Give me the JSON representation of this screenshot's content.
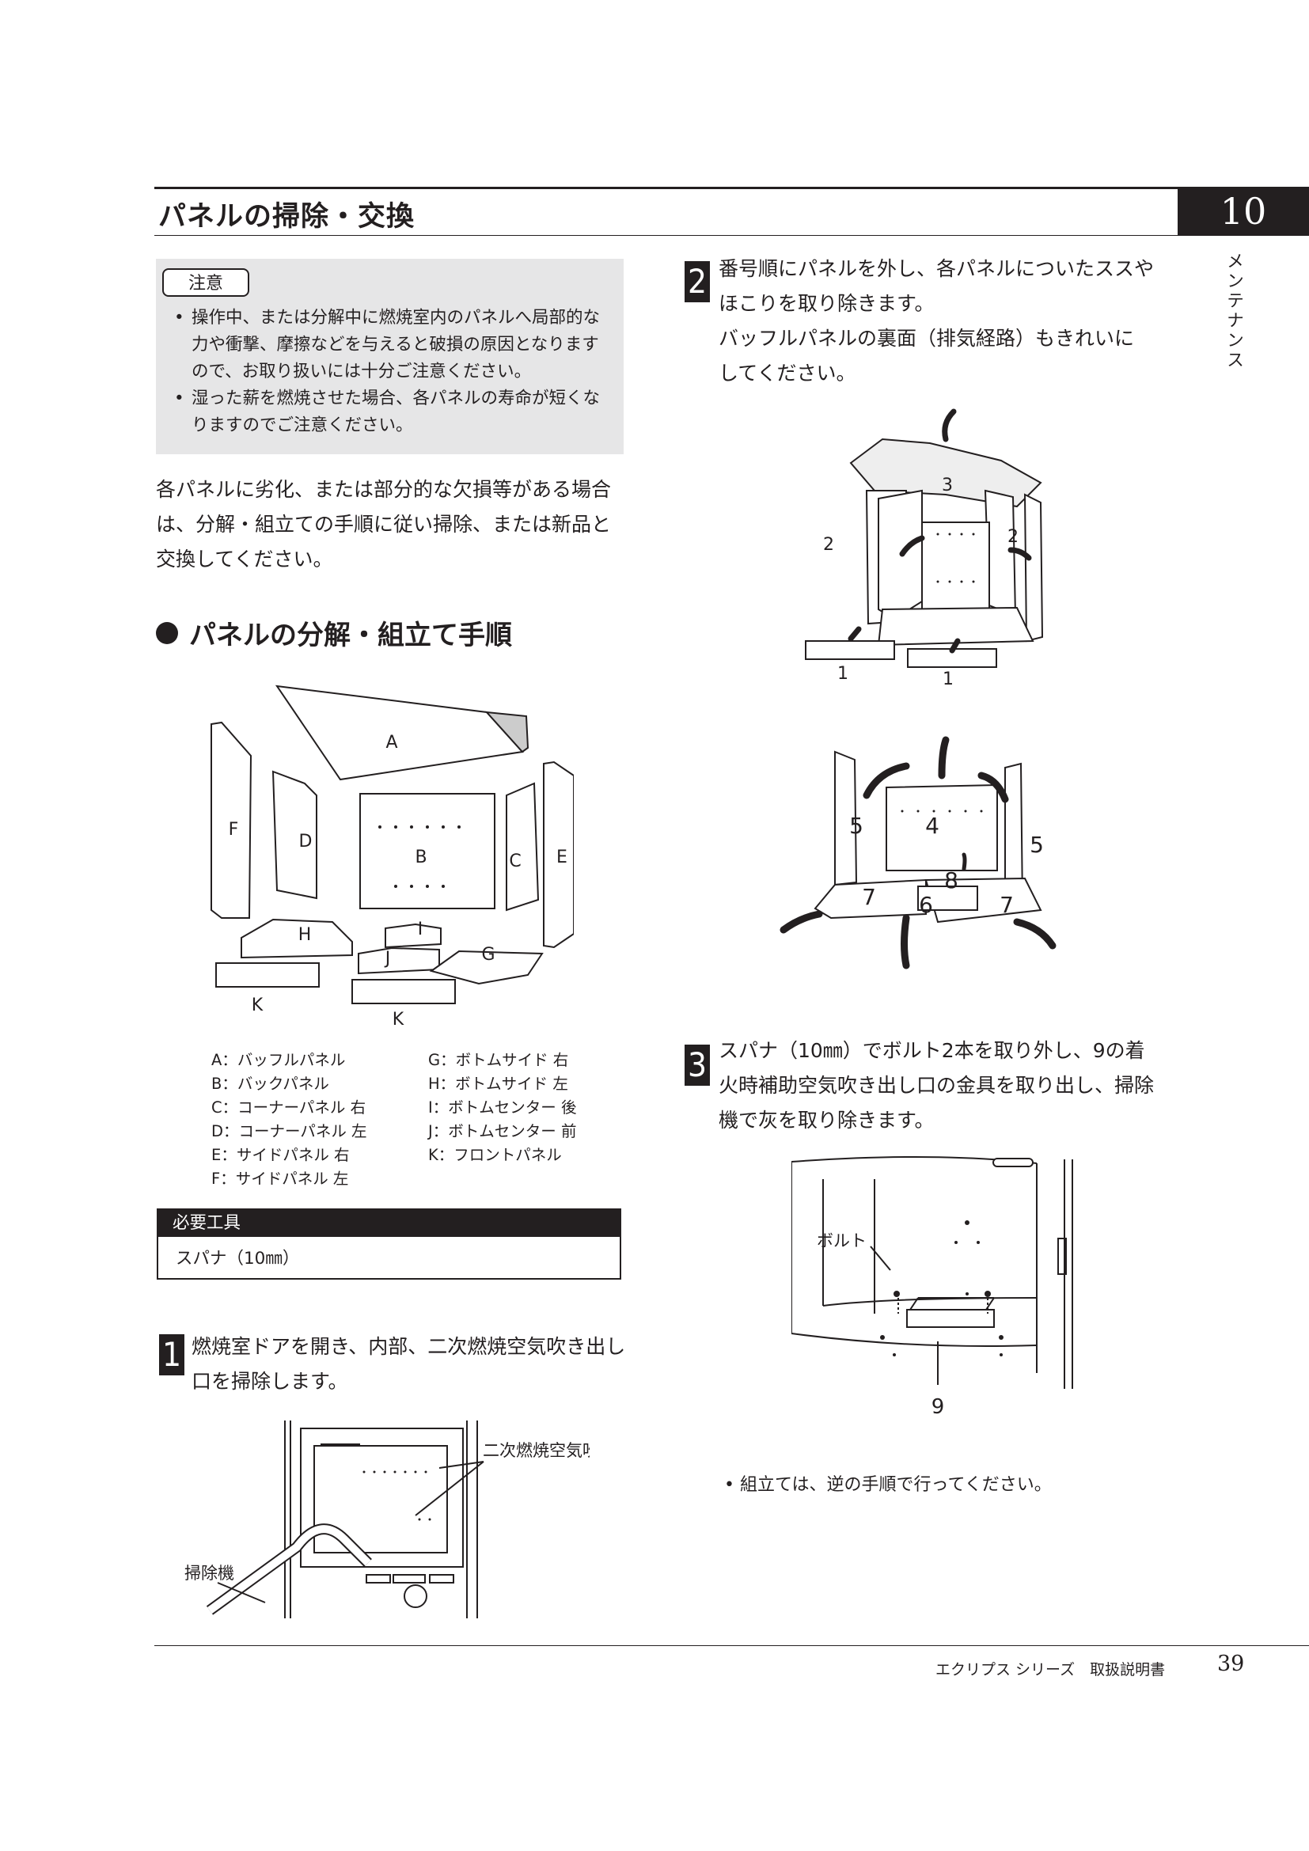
{
  "header": {
    "section_title": "パネルの掃除・交換",
    "chapter_number": "10",
    "side_tab": "メンテナンス"
  },
  "caution": {
    "label": "注意",
    "items": [
      "操作中、または分解中に燃焼室内のパネルへ局部的な力や衝撃、摩擦などを与えると破損の原因となりますので、お取り扱いには十分ご注意ください。",
      "湿った薪を燃焼させた場合、各パネルの寿命が短くなりますのでご注意ください。"
    ]
  },
  "intro_text": "各パネルに劣化、または部分的な欠損等がある場合は、分解・組立ての手順に従い掃除、または新品と交換してください。",
  "subheading": "パネルの分解・組立て手順",
  "panel_diagram_labels": [
    "A",
    "B",
    "C",
    "D",
    "E",
    "F",
    "G",
    "H",
    "I",
    "J",
    "K",
    "K"
  ],
  "panel_legend": {
    "left": [
      "A：バッフルパネル",
      "B：バックパネル",
      "C：コーナーパネル 右",
      "D：コーナーパネル 左",
      "E：サイドパネル 右",
      "F：サイドパネル 左"
    ],
    "right": [
      "G：ボトムサイド 右",
      "H：ボトムサイド 左",
      "I：ボトムセンター 後",
      "J：ボトムセンター 前",
      "K：フロントパネル"
    ]
  },
  "tools": {
    "heading": "必要工具",
    "item": "スパナ（10㎜）"
  },
  "steps": [
    {
      "number": "1",
      "text": "燃焼室ドアを開き、内部、二次燃焼空気吹き出し口を掃除します。",
      "callouts": {
        "air_outlet": "二次燃焼空気吹き出し口",
        "vacuum": "掃除機"
      }
    },
    {
      "number": "2",
      "text_line1": "番号順にパネルを外し、各パネルについたススやほこりを取り除きます。",
      "text_line2": "バッフルパネルの裏面（排気経路）もきれいにしてください。",
      "diagram_a_labels": [
        "3",
        "2",
        "2",
        "1",
        "1"
      ],
      "diagram_b_labels": [
        "5",
        "4",
        "5",
        "8",
        "7",
        "6",
        "7"
      ]
    },
    {
      "number": "3",
      "text": "スパナ（10㎜）でボルト2本を取り外し、9の着火時補助空気吹き出し口の金具を取り出し、掃除機で灰を取り除きます。",
      "callouts": {
        "bolt": "ボルト",
        "fitting": "9"
      }
    }
  ],
  "assembly_note": "組立ては、逆の手順で行ってください。",
  "footer": {
    "manual_title": "エクリプス シリーズ　取扱説明書",
    "page_number": "39"
  }
}
